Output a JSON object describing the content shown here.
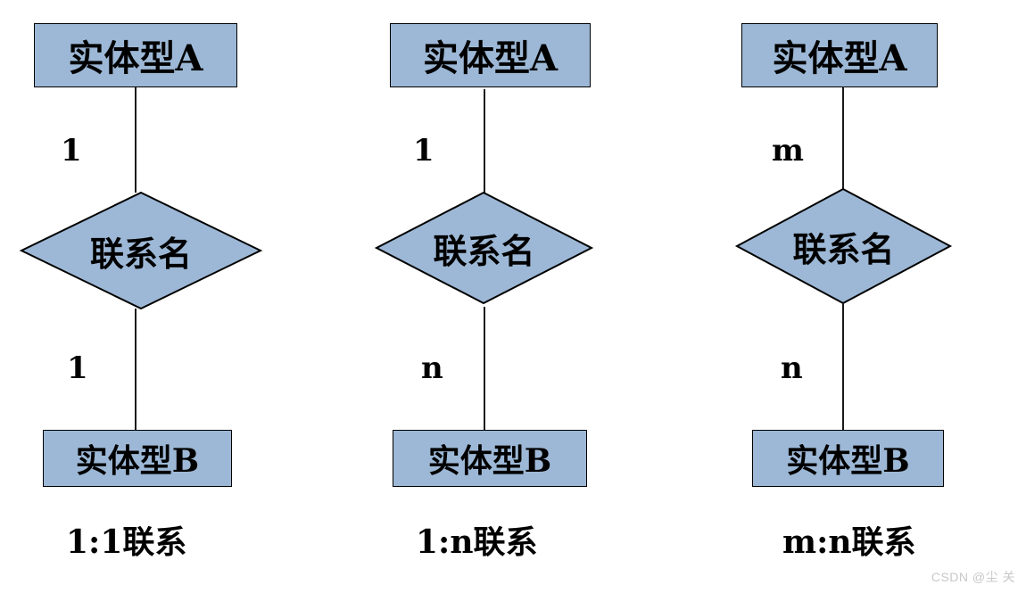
{
  "diagram": {
    "title": "ER diagram cardinality types",
    "colors": {
      "shape_fill": "#9DB8D6",
      "shape_border": "#000000",
      "connector": "#1A1A1A",
      "text": "#000000",
      "background": "#FFFFFF",
      "watermark": "#C8C8C8"
    },
    "columns": [
      {
        "id": "one-to-one",
        "entity_a": "实体型A",
        "relationship": "联系名",
        "entity_b": "实体型B",
        "cardinality_top": "1",
        "cardinality_bottom": "1",
        "caption": "1:1联系"
      },
      {
        "id": "one-to-many",
        "entity_a": "实体型A",
        "relationship": "联系名",
        "entity_b": "实体型B",
        "cardinality_top": "1",
        "cardinality_bottom": "n",
        "caption": "1:n联系"
      },
      {
        "id": "many-to-many",
        "entity_a": "实体型A",
        "relationship": "联系名",
        "entity_b": "实体型B",
        "cardinality_top": "m",
        "cardinality_bottom": "n",
        "caption": "m:n联系"
      }
    ]
  },
  "watermark": {
    "text": "CSDN @尘 关"
  }
}
